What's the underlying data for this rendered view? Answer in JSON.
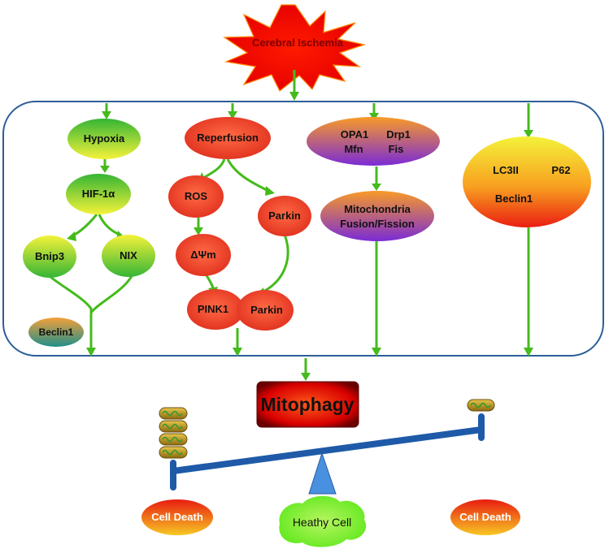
{
  "trigger": "Cerebral Ischemia",
  "columns": {
    "hypoxia": {
      "hypoxia": "Hypoxia",
      "hif": "HIF-1α",
      "bnip3": "Bnip3",
      "nix": "NIX",
      "beclin1": "Beclin1"
    },
    "reperfusion": {
      "reperfusion": "Reperfusion",
      "ros": "ROS",
      "delta_psi": "ΔΨm",
      "parkin_top": "Parkin",
      "pink1": "PINK1",
      "parkin_bottom": "Parkin"
    },
    "dynamics": {
      "opa1": "OPA1",
      "drp1": "Drp1",
      "mfn": "Mfn",
      "fis": "Fis",
      "fusion_line1": "Mitochondria",
      "fusion_line2": "Fusion/Fission"
    },
    "markers": {
      "lc3": "LC3II",
      "p62": "P62",
      "beclin1": "Beclin1"
    }
  },
  "outcome": "Mitophagy",
  "balance": {
    "left_death": "Cell Death",
    "healthy": "Heathy Cell",
    "right_death": "Cell Death"
  },
  "colors": {
    "arrow": "#44bb1c",
    "panel_border": "#2c5f9a",
    "beam": "#1e5aa8",
    "fulcrum": "#4a90e0"
  }
}
